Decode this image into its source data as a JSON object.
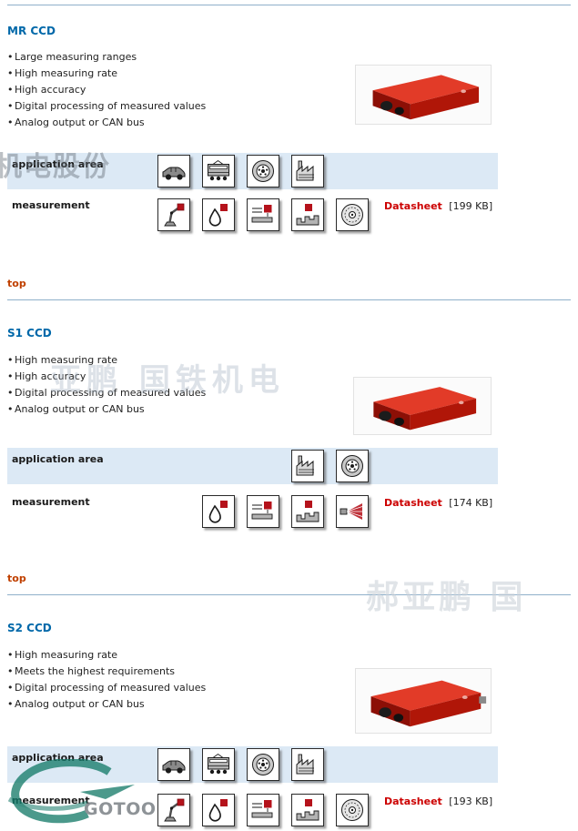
{
  "links": {
    "top": "top"
  },
  "colors": {
    "heading_blue": "#0068a9",
    "link_red": "#cc0000",
    "top_link_red": "#c04000",
    "band_background": "#dce9f5",
    "icon_accent_red": "#b5121b",
    "rule_blue": "#8fb0ca"
  },
  "watermarks": {
    "wm1": "机电股份",
    "wm2": "亚鹏 国铁机电",
    "wm3": "郝亚鹏 国",
    "logo_text": "GOTOO"
  },
  "sections": [
    {
      "title": "MR CCD",
      "features": [
        "Large measuring ranges",
        "High measuring rate",
        "High accuracy",
        "Digital processing of measured values",
        "Analog output or CAN bus"
      ],
      "application_area": {
        "label": "application area",
        "icons": [
          "car-icon",
          "train-icon",
          "tire-icon",
          "factory-icon"
        ]
      },
      "measurement": {
        "label": "measurement",
        "icons": [
          "robot-arm-icon",
          "drop-icon",
          "thickness-icon",
          "profile-icon",
          "disc-icon"
        ],
        "datasheet_label": "Datasheet",
        "datasheet_size": "[199 KB]"
      }
    },
    {
      "title": "S1 CCD",
      "features": [
        "High measuring rate",
        "High accuracy",
        "Digital processing of measured values",
        "Analog output or CAN bus"
      ],
      "application_area": {
        "label": "application area",
        "icons": [
          "",
          "",
          "",
          "factory-icon",
          "tire-icon"
        ]
      },
      "measurement": {
        "label": "measurement",
        "icons": [
          "",
          "drop-icon",
          "thickness-icon",
          "profile-icon",
          "spray-icon"
        ],
        "datasheet_label": "Datasheet",
        "datasheet_size": "[174 KB]"
      }
    },
    {
      "title": "S2 CCD",
      "features": [
        "High measuring rate",
        "Meets the highest requirements",
        "Digital processing of measured values",
        "Analog output or CAN bus"
      ],
      "application_area": {
        "label": "application area",
        "icons": [
          "car-icon",
          "train-icon",
          "tire-icon",
          "factory-icon"
        ]
      },
      "measurement": {
        "label": "measurement",
        "icons": [
          "robot-arm-icon",
          "drop-icon",
          "thickness-icon",
          "profile-icon",
          "disc-icon"
        ],
        "datasheet_label": "Datasheet",
        "datasheet_size": "[193 KB]"
      }
    }
  ]
}
